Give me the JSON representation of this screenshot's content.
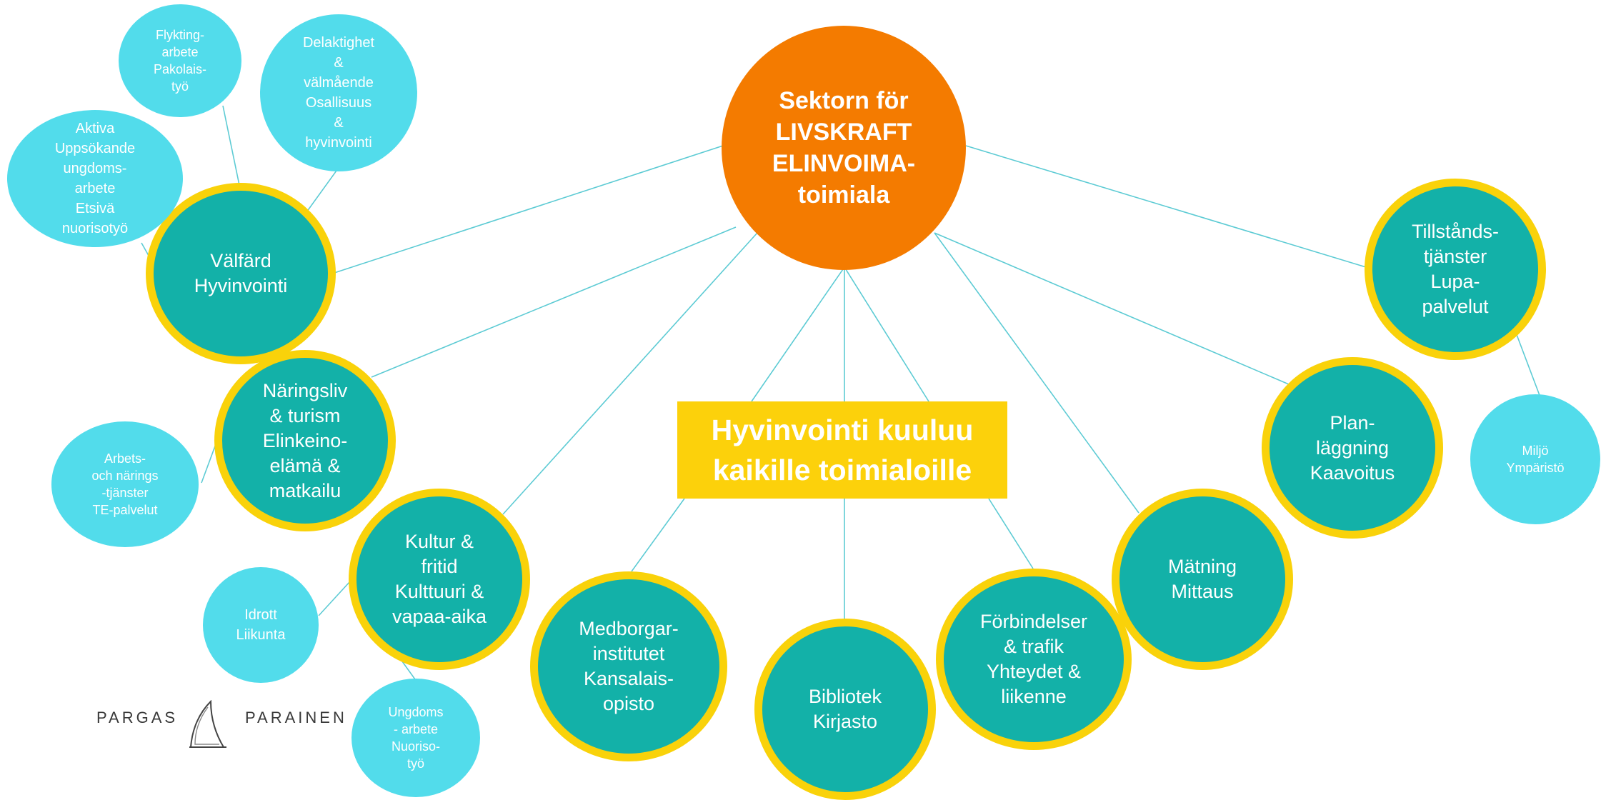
{
  "colors": {
    "center": "#f47b00",
    "main_fill": "#13b1a8",
    "main_ring": "#f9d20a",
    "sub_fill": "#52dceb",
    "banner": "#fcd10b",
    "connector": "#5dcbd4",
    "text": "#ffffff"
  },
  "center": {
    "lines": [
      "Sektorn för",
      "LIVSKRAFT",
      "ELINVOIMA-",
      "toimiala"
    ]
  },
  "banner": {
    "lines": [
      "Hyvinvointi kuuluu",
      "kaikille toimialoille"
    ]
  },
  "main_nodes": {
    "valfard": {
      "lines": [
        "Välfärd",
        "Hyvinvointi"
      ]
    },
    "naringsliv": {
      "lines": [
        "Näringsliv",
        "& turism",
        "Elinkeino-",
        "elämä &",
        "matkailu"
      ]
    },
    "kultur": {
      "lines": [
        "Kultur &",
        "fritid",
        "Kulttuuri &",
        "vapaa-aika"
      ]
    },
    "medborgar": {
      "lines": [
        "Medborgar-",
        "institutet",
        "Kansalais-",
        "opisto"
      ]
    },
    "bibliotek": {
      "lines": [
        "Bibliotek",
        "Kirjasto"
      ]
    },
    "forbindelser": {
      "lines": [
        "Förbindelser",
        "& trafik",
        "Yhteydet &",
        "liikenne"
      ]
    },
    "matning": {
      "lines": [
        "Mätning",
        "Mittaus"
      ]
    },
    "planlaggning": {
      "lines": [
        "Plan-",
        "läggning",
        "Kaavoitus"
      ]
    },
    "tillstands": {
      "lines": [
        "Tillstånds-",
        "tjänster",
        "Lupa-",
        "palvelut"
      ]
    }
  },
  "sub_nodes": {
    "flykting": {
      "lines": [
        "Flykting-",
        "arbete",
        "Pakolais-",
        "työ"
      ]
    },
    "delaktighet": {
      "lines": [
        "Delaktighet",
        "&",
        "välmående",
        "Osallisuus",
        "&",
        "hyvinvointi"
      ]
    },
    "aktiva": {
      "lines": [
        "Aktiva",
        "Uppsökande",
        "ungdoms-",
        "arbete",
        "Etsivä",
        "nuorisotyö"
      ]
    },
    "arbets": {
      "lines": [
        "Arbets-",
        "och närings",
        "-tjänster",
        "TE-palvelut"
      ]
    },
    "idrott": {
      "lines": [
        "Idrott",
        "Liikunta"
      ]
    },
    "ungdoms": {
      "lines": [
        "Ungdoms",
        "- arbete",
        "Nuoriso-",
        "työ"
      ]
    },
    "miljo": {
      "lines": [
        "Miljö",
        "Ympäristö"
      ]
    }
  },
  "logo": {
    "left_word": "PARGAS",
    "right_word": "PARAINEN",
    "icon": "sail-icon"
  }
}
